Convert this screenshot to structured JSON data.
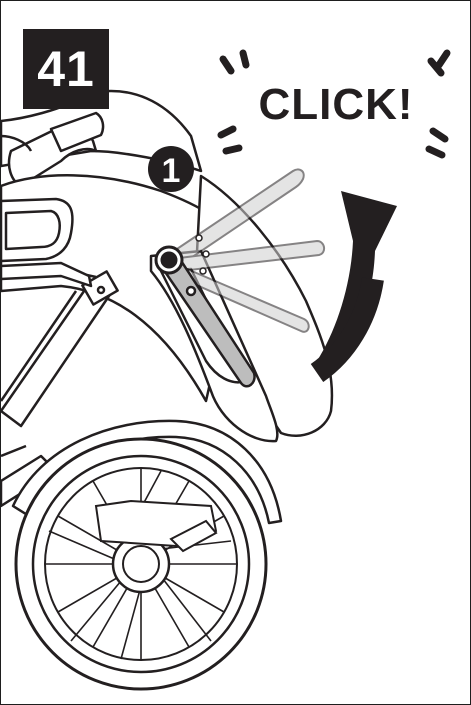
{
  "step": {
    "number": "41"
  },
  "callout": {
    "number": "1"
  },
  "sound": {
    "text": "CLICK!"
  },
  "colors": {
    "ink": "#231f20",
    "handle_gray": "#bdbdbd",
    "ghost_gray": "#cfcfcf",
    "paper": "#ffffff"
  },
  "icons": {
    "arrow": "curved-arrow-up-icon"
  }
}
